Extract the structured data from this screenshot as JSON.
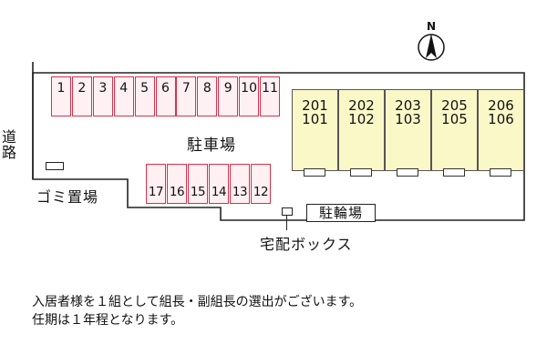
{
  "compass": {
    "label": "N",
    "icon": "north-arrow-icon"
  },
  "road_label": "道路",
  "parking_label": "駐車場",
  "garbage_label": "ゴミ置場",
  "bicycle_label": "駐輪場",
  "delivery_box_label": "宅配ボックス",
  "parking_top": [
    "1",
    "2",
    "3",
    "4",
    "5",
    "6",
    "7",
    "8",
    "9",
    "10",
    "11"
  ],
  "parking_bottom": [
    "17",
    "16",
    "15",
    "14",
    "13",
    "12"
  ],
  "units": [
    {
      "upper": "201",
      "lower": "101"
    },
    {
      "upper": "202",
      "lower": "102"
    },
    {
      "upper": "203",
      "lower": "103"
    },
    {
      "upper": "205",
      "lower": "105"
    },
    {
      "upper": "206",
      "lower": "106"
    }
  ],
  "notes": [
    "入居者様を１組として組長・副組長の選出がございます。",
    "任期は１年程となります。"
  ],
  "colors": {
    "parking_border": "#d9314a",
    "parking_fill": "#fff0f3",
    "unit_fill": "#fbf8c8"
  }
}
